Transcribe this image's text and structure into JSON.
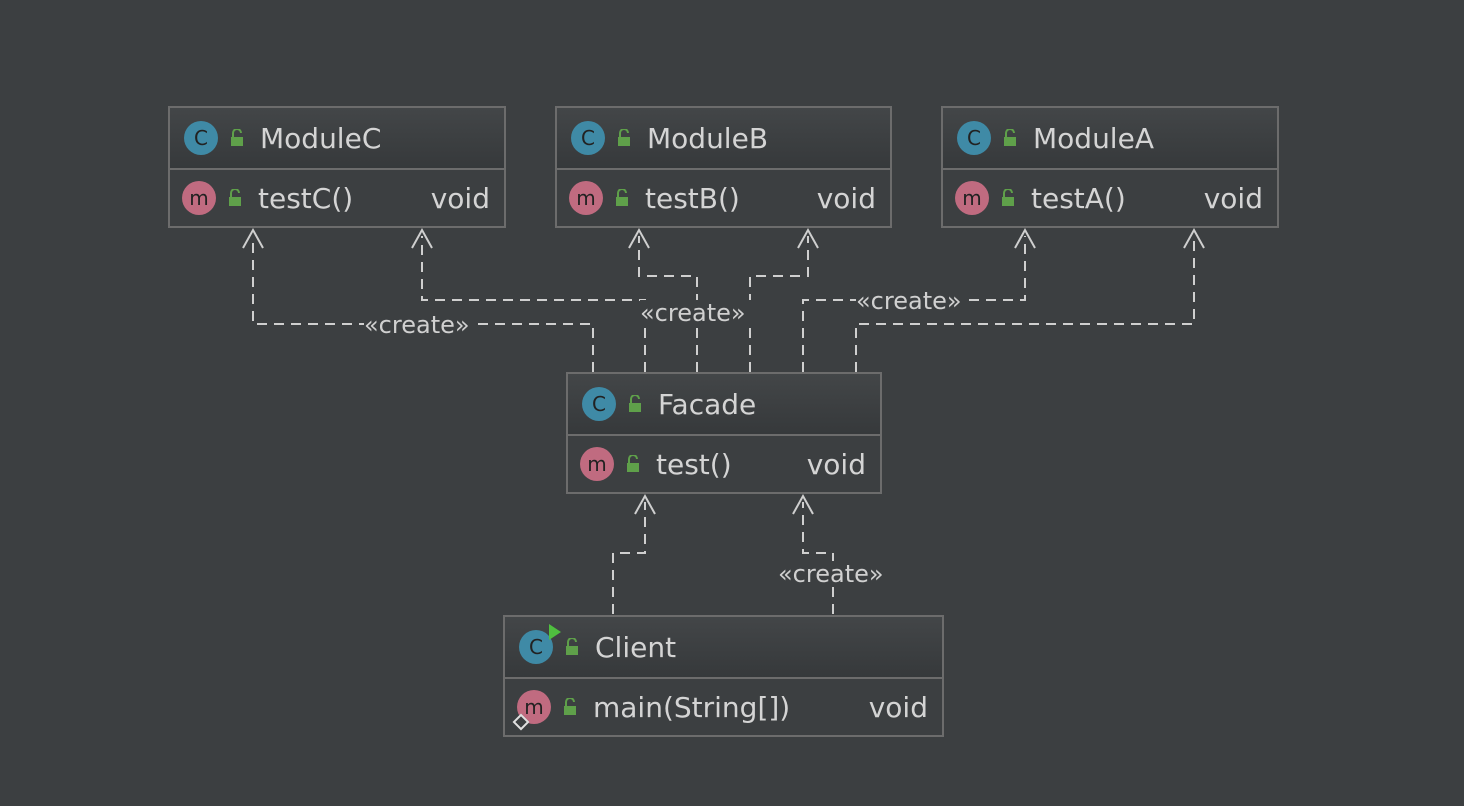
{
  "classes": {
    "moduleC": {
      "name": "ModuleC",
      "method": "testC()",
      "type": "void",
      "class_badge": "C",
      "method_badge": "m"
    },
    "moduleB": {
      "name": "ModuleB",
      "method": "testB()",
      "type": "void",
      "class_badge": "C",
      "method_badge": "m"
    },
    "moduleA": {
      "name": "ModuleA",
      "method": "testA()",
      "type": "void",
      "class_badge": "C",
      "method_badge": "m"
    },
    "facade": {
      "name": "Facade",
      "method": "test()",
      "type": "void",
      "class_badge": "C",
      "method_badge": "m"
    },
    "client": {
      "name": "Client",
      "method": "main(String[])",
      "type": "void",
      "class_badge": "C",
      "method_badge": "m"
    }
  },
  "edges": {
    "create_label": "«create»"
  },
  "icons": {
    "class": "class-icon",
    "method": "method-icon",
    "visibility": "public-lock-icon",
    "run": "run-icon",
    "static": "static-icon"
  },
  "colors": {
    "background": "#3c3f41",
    "class_badge": "#3f8aa6",
    "method_badge": "#c06b80",
    "lock": "#5fa04a",
    "edge": "#cfcfcf"
  }
}
